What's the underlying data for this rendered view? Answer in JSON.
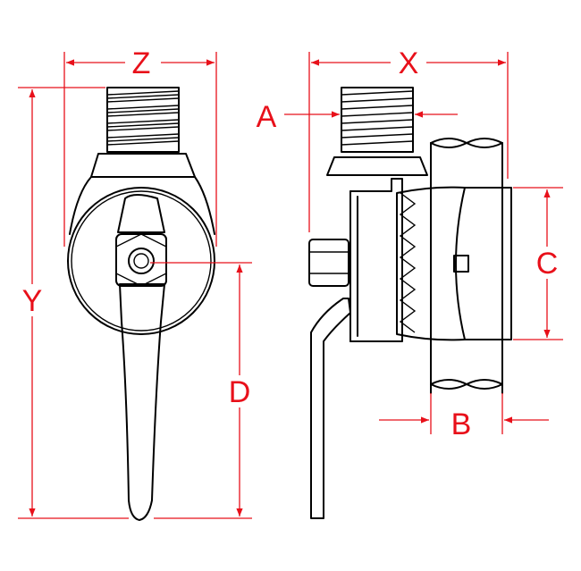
{
  "diagram": {
    "dimensions": {
      "z": "Z",
      "x": "X",
      "a": "A",
      "y": "Y",
      "c": "C",
      "d": "D",
      "b": "B"
    },
    "colors": {
      "dimension": "#e8101a",
      "outline": "#000000",
      "background": "#ffffff"
    }
  }
}
